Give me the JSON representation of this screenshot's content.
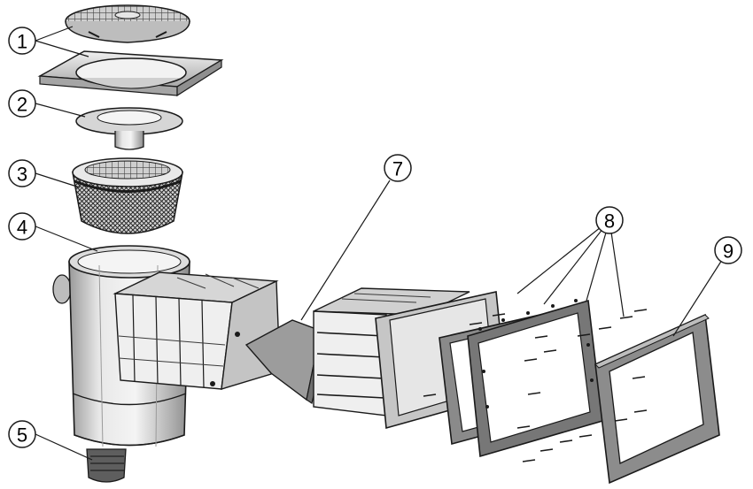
{
  "diagram": {
    "callouts": [
      {
        "id": "1",
        "label": "1"
      },
      {
        "id": "2",
        "label": "2"
      },
      {
        "id": "3",
        "label": "3"
      },
      {
        "id": "4",
        "label": "4"
      },
      {
        "id": "5",
        "label": "5"
      },
      {
        "id": "7",
        "label": "7"
      },
      {
        "id": "8",
        "label": "8"
      },
      {
        "id": "9",
        "label": "9"
      }
    ]
  },
  "colors": {
    "line": "#1a1a1a",
    "body_light": "#e4e4e4",
    "body_mid": "#bdbdbd",
    "body_dark": "#7a7a7a",
    "basket": "#3a3a3a"
  }
}
